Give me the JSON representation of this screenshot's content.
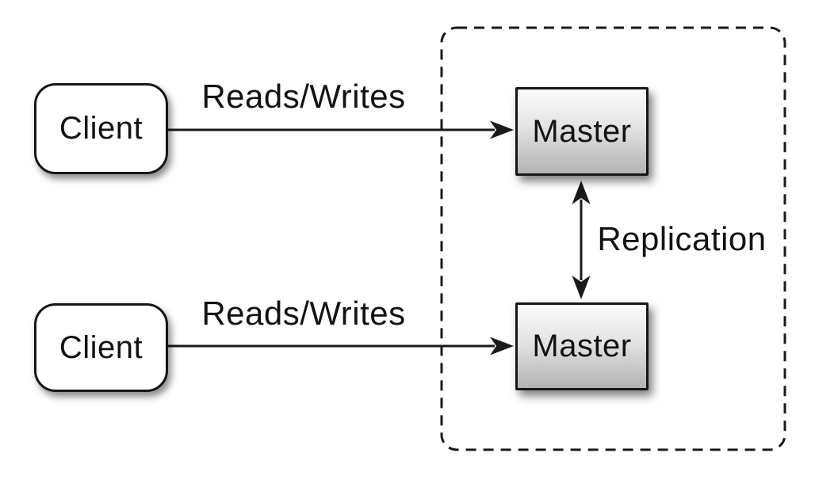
{
  "diagram": {
    "background_color": "#ffffff",
    "stroke_color": "#1a1a1a",
    "text_color": "#131313",
    "nodes": {
      "client_top": {
        "label": "Client",
        "shape": "rounded-rect",
        "fill": "#ffffff"
      },
      "client_bottom": {
        "label": "Client",
        "shape": "rounded-rect",
        "fill": "#ffffff"
      },
      "master_top": {
        "label": "Master",
        "shape": "rect",
        "fill_gradient_top": "#fbfbfb",
        "fill_gradient_bottom": "#b3b3b3"
      },
      "master_bottom": {
        "label": "Master",
        "shape": "rect",
        "fill_gradient_top": "#fbfbfb",
        "fill_gradient_bottom": "#b3b3b3"
      }
    },
    "groups": {
      "replication_boundary": {
        "style": "dashed rounded rectangle",
        "contains": [
          "master_top",
          "master_bottom"
        ]
      }
    },
    "edges": [
      {
        "id": "client-top-to-master-top",
        "label": "Reads/Writes",
        "from": "client_top",
        "to": "master_top",
        "direction": "single"
      },
      {
        "id": "client-bottom-to-master-bottom",
        "label": "Reads/Writes",
        "from": "client_bottom",
        "to": "master_bottom",
        "direction": "single"
      },
      {
        "id": "master-to-master",
        "label": "Replication",
        "from": "master_top",
        "to": "master_bottom",
        "direction": "double"
      }
    ]
  }
}
